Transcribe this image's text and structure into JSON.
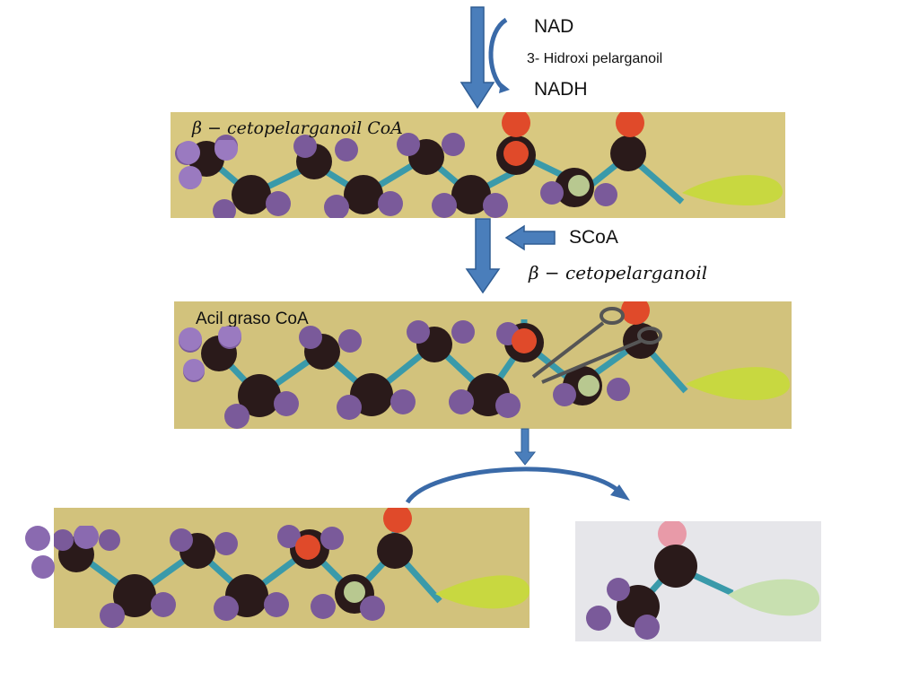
{
  "step1": {
    "nad_label": "NAD",
    "substrate_label": "3- Hidroxi pelarganoil",
    "nadh_label": "NADH"
  },
  "photo1": {
    "caption": "β − cetopelarganoil CoA"
  },
  "step2": {
    "scoa_label": "SCoA",
    "product_label": "β − cetopelarganoil"
  },
  "photo2": {
    "caption": "Acil graso CoA"
  },
  "colors": {
    "arrow_fill": "#4a7ebb",
    "arrow_stroke": "#2f5d94",
    "photo_background": "#d8c880",
    "atom_dark": "#2a1a1a",
    "atom_purple": "#7a5a9a",
    "atom_red": "#e04a2a",
    "atom_green": "#b8c890",
    "bond_teal": "#3a9aaa",
    "coa_tail": "#c8d840",
    "photo4_background": "#e6e6ea",
    "photo4_tail": "#c8e0b0"
  }
}
